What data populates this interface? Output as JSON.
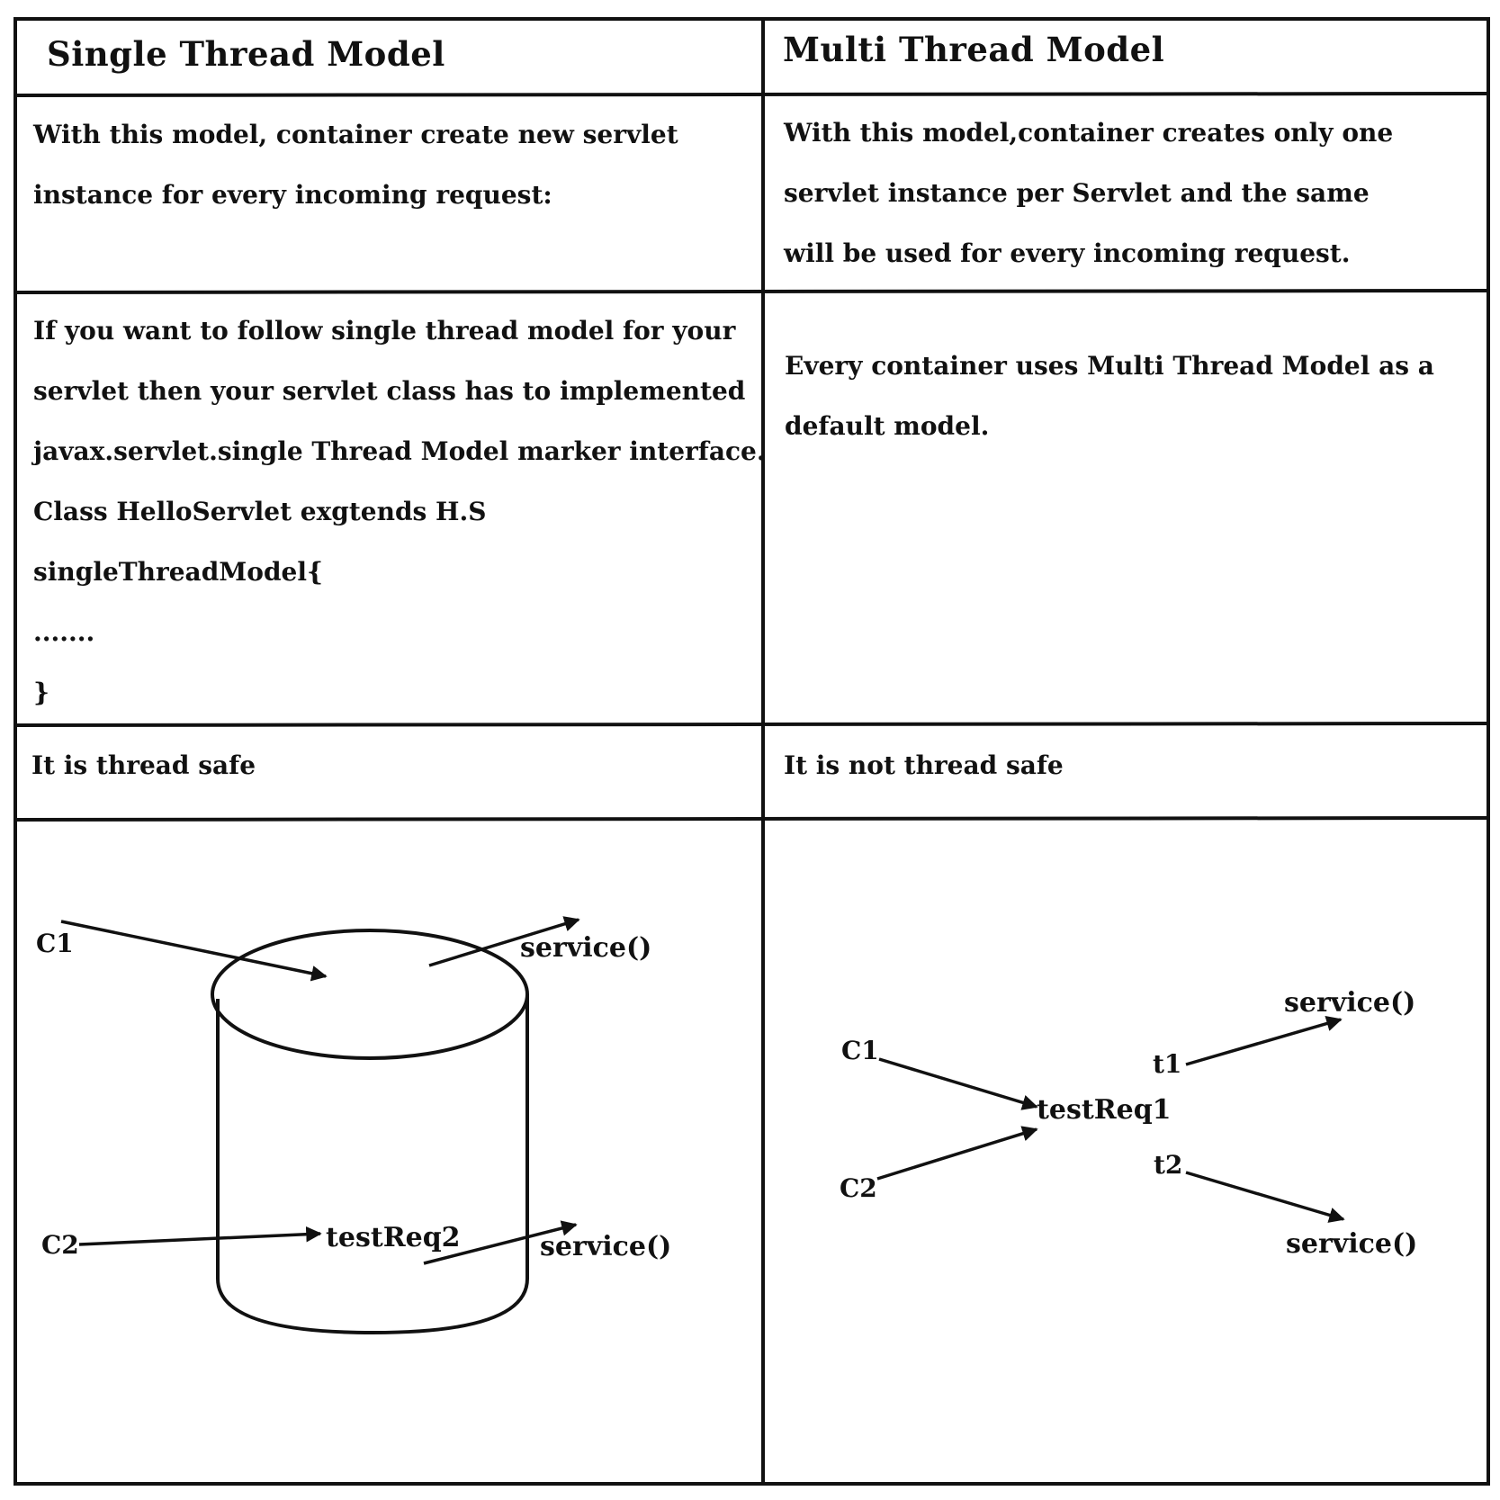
{
  "table": {
    "headers": {
      "left": "Single Thread Model",
      "right": "Multi Thread Model"
    },
    "row1": {
      "left": [
        "With this model, container create new servlet",
        "instance for every incoming request:"
      ],
      "right": [
        "With this model,container creates only one",
        "servlet instance per Servlet and the same",
        "will be used for  every incoming request."
      ]
    },
    "row2": {
      "left": [
        "If you want to follow single thread model for your",
        "servlet then your servlet class has to implemented",
        "javax.servlet.single Thread Model marker interface.",
        "Class HelloServlet exgtends H.S",
        "singleThreadModel{",
        ".......",
        "}"
      ],
      "right": [
        "Every container uses Multi Thread Model as a",
        "default model."
      ]
    },
    "row3": {
      "left": "It is thread safe",
      "right": "It is not thread safe"
    }
  },
  "diagrams": {
    "single": {
      "c1": "C1",
      "c2": "C2",
      "service_top": "service()",
      "service_bottom": "service()",
      "request": "testReq2"
    },
    "multi": {
      "c1": "C1",
      "c2": "C2",
      "request": "testReq1",
      "t1": "t1",
      "t2": "t2",
      "service_top": "service()",
      "service_bottom": "service()"
    }
  }
}
